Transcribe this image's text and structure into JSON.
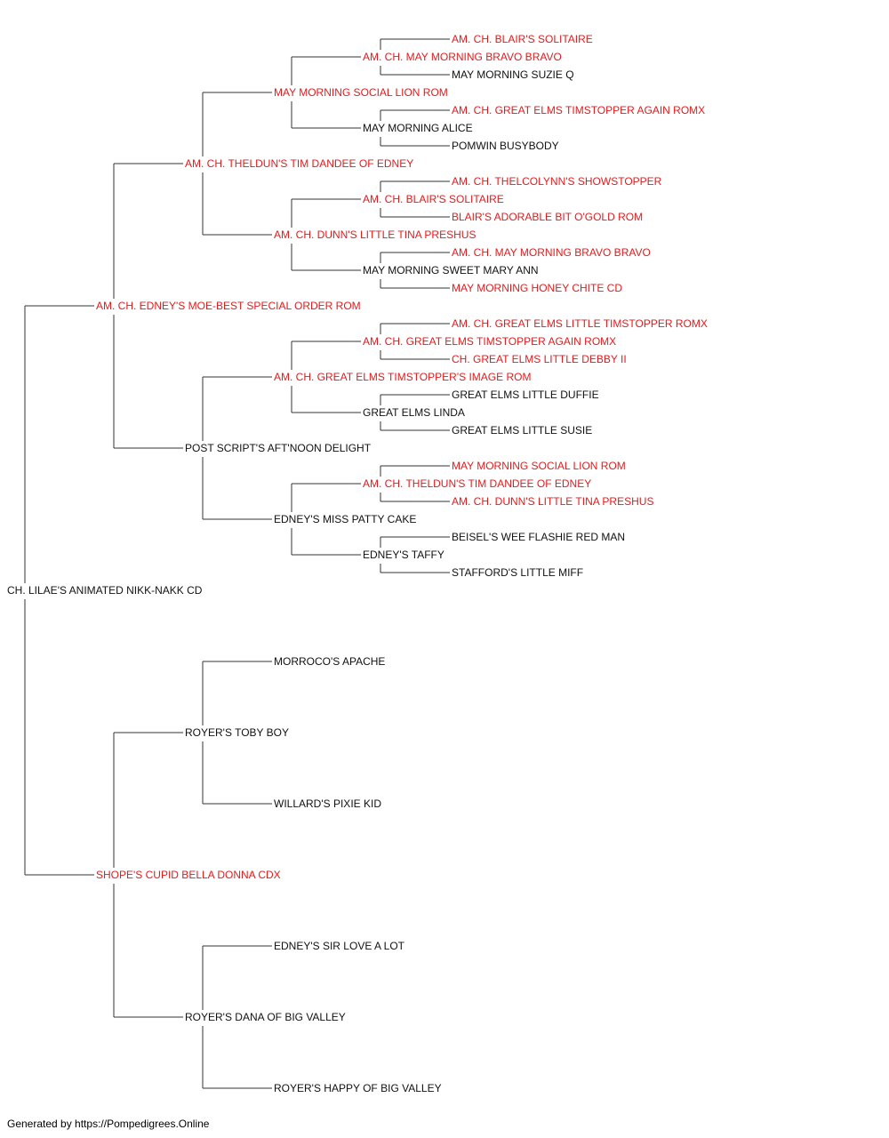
{
  "colors": {
    "champion": "#e8191b",
    "normal": "#111111",
    "line": "#333333"
  },
  "pedigree": {
    "name": "CH. LILAE'S ANIMATED NIKK-NAKK CD",
    "champion": false,
    "sire": {
      "name": "AM. CH. EDNEY'S MOE-BEST SPECIAL ORDER ROM",
      "champion": true,
      "sire": {
        "name": "AM. CH. THELDUN'S TIM DANDEE OF EDNEY",
        "champion": true,
        "sire": {
          "name": "MAY MORNING SOCIAL LION ROM",
          "champion": true,
          "sire": {
            "name": "AM. CH. MAY MORNING BRAVO BRAVO",
            "champion": true,
            "sire": {
              "name": "AM. CH. BLAIR'S SOLITAIRE",
              "champion": true
            },
            "dam": {
              "name": "MAY MORNING SUZIE Q",
              "champion": false
            }
          },
          "dam": {
            "name": "MAY MORNING ALICE",
            "champion": false,
            "sire": {
              "name": "AM. CH. GREAT ELMS TIMSTOPPER AGAIN ROMX",
              "champion": true
            },
            "dam": {
              "name": "POMWIN BUSYBODY",
              "champion": false
            }
          }
        },
        "dam": {
          "name": "AM. CH. DUNN'S LITTLE TINA PRESHUS",
          "champion": true,
          "sire": {
            "name": "AM. CH. BLAIR'S SOLITAIRE",
            "champion": true,
            "sire": {
              "name": "AM. CH. THELCOLYNN'S SHOWSTOPPER",
              "champion": true
            },
            "dam": {
              "name": "BLAIR'S ADORABLE BIT O'GOLD ROM",
              "champion": true
            }
          },
          "dam": {
            "name": "MAY MORNING SWEET MARY ANN",
            "champion": false,
            "sire": {
              "name": "AM. CH. MAY MORNING BRAVO BRAVO",
              "champion": true
            },
            "dam": {
              "name": "MAY MORNING HONEY CHITE CD",
              "champion": true
            }
          }
        }
      },
      "dam": {
        "name": "POST SCRIPT'S AFT'NOON DELIGHT",
        "champion": false,
        "sire": {
          "name": "AM. CH. GREAT ELMS TIMSTOPPER'S IMAGE ROM",
          "champion": true,
          "sire": {
            "name": "AM. CH. GREAT ELMS TIMSTOPPER AGAIN ROMX",
            "champion": true,
            "sire": {
              "name": "AM. CH. GREAT ELMS LITTLE TIMSTOPPER ROMX",
              "champion": true
            },
            "dam": {
              "name": "CH. GREAT ELMS LITTLE DEBBY II",
              "champion": true
            }
          },
          "dam": {
            "name": "GREAT ELMS LINDA",
            "champion": false,
            "sire": {
              "name": "GREAT ELMS LITTLE DUFFIE",
              "champion": false
            },
            "dam": {
              "name": "GREAT ELMS LITTLE SUSIE",
              "champion": false
            }
          }
        },
        "dam": {
          "name": "EDNEY'S MISS PATTY CAKE",
          "champion": false,
          "sire": {
            "name": "AM. CH. THELDUN'S TIM DANDEE OF EDNEY",
            "champion": true,
            "sire": {
              "name": "MAY MORNING SOCIAL LION ROM",
              "champion": true
            },
            "dam": {
              "name": "AM. CH. DUNN'S LITTLE TINA PRESHUS",
              "champion": true
            }
          },
          "dam": {
            "name": "EDNEY'S TAFFY",
            "champion": false,
            "sire": {
              "name": "BEISEL'S WEE FLASHIE RED MAN",
              "champion": false
            },
            "dam": {
              "name": "STAFFORD'S LITTLE MIFF",
              "champion": false
            }
          }
        }
      }
    },
    "dam": {
      "name": "SHOPE'S CUPID BELLA DONNA CDX",
      "champion": true,
      "sire": {
        "name": "ROYER'S TOBY BOY",
        "champion": false,
        "sire": {
          "name": "MORROCO'S APACHE",
          "champion": false
        },
        "dam": {
          "name": "WILLARD'S PIXIE KID",
          "champion": false
        }
      },
      "dam": {
        "name": "ROYER'S DANA OF BIG VALLEY",
        "champion": false,
        "sire": {
          "name": "EDNEY'S SIR LOVE A LOT",
          "champion": false
        },
        "dam": {
          "name": "ROYER'S HAPPY OF BIG VALLEY",
          "champion": false
        }
      }
    }
  },
  "footer": {
    "text": "Generated by https://Pompedigrees.Online"
  }
}
